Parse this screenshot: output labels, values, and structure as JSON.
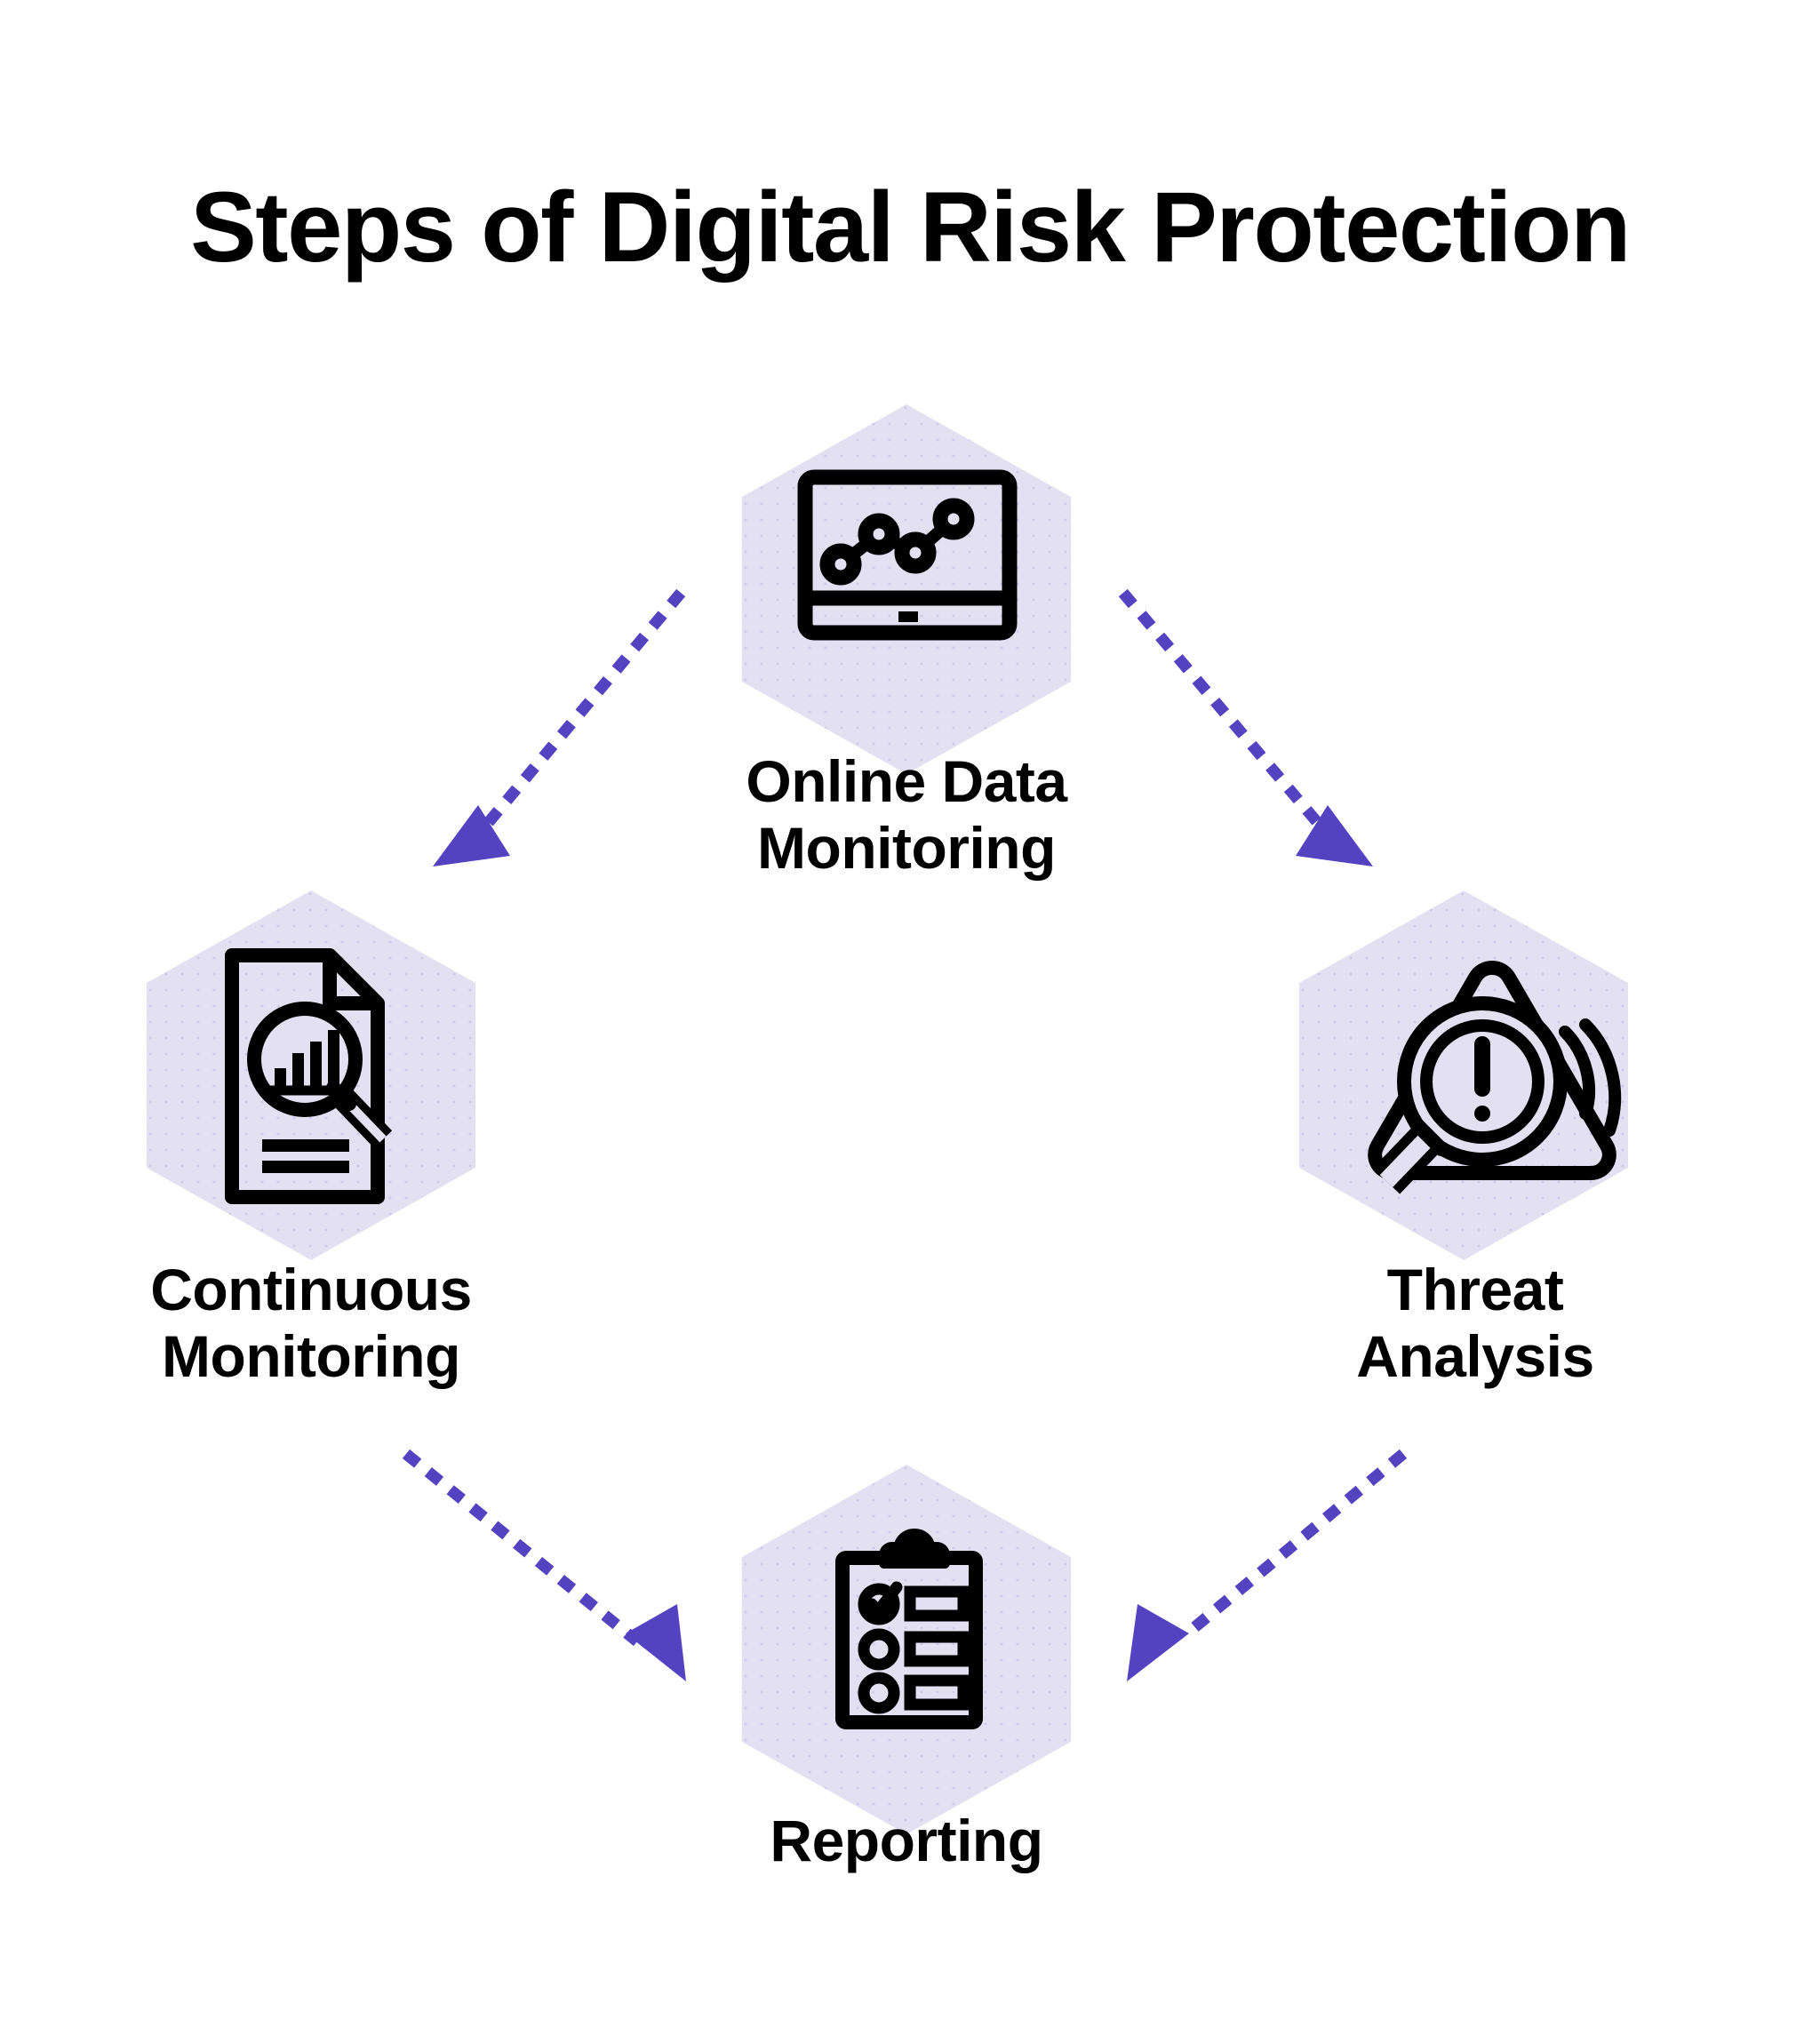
{
  "page": {
    "title": "Steps of Digital Risk Protection",
    "background_color": "#ffffff",
    "title_color": "#000000",
    "hexagon_fill": "#e3e0f2",
    "arrow_color": "#5443c0",
    "icon_color": "#000000"
  },
  "nodes": [
    {
      "id": "online-data-monitoring",
      "label": "Online Data\nMonitoring",
      "icon": "monitor-line-chart-icon",
      "position": "top"
    },
    {
      "id": "threat-analysis",
      "label": "Threat\nAnalysis",
      "icon": "warning-magnifier-alert-icon",
      "position": "right"
    },
    {
      "id": "reporting",
      "label": "Reporting",
      "icon": "clipboard-checklist-icon",
      "position": "bottom"
    },
    {
      "id": "continuous-monitoring",
      "label": "Continuous\nMonitoring",
      "icon": "document-magnifier-bar-chart-icon",
      "position": "left"
    }
  ],
  "connectors": [
    {
      "id": "online-to-threat",
      "from": "online-data-monitoring",
      "to": "threat-analysis",
      "style": "dotted",
      "arrowhead": "triangle"
    },
    {
      "id": "threat-to-reporting",
      "from": "threat-analysis",
      "to": "reporting",
      "style": "dotted",
      "arrowhead": "triangle"
    },
    {
      "id": "reporting-to-continuous",
      "from": "continuous-monitoring",
      "to": "reporting",
      "style": "dotted",
      "arrowhead": "triangle"
    },
    {
      "id": "online-to-continuous",
      "from": "online-data-monitoring",
      "to": "continuous-monitoring",
      "style": "dotted",
      "arrowhead": "triangle"
    }
  ],
  "chart_data": {
    "type": "diagram",
    "title": "Steps of Digital Risk Protection",
    "layout": "cycle",
    "steps": [
      "Online Data Monitoring",
      "Threat Analysis",
      "Reporting",
      "Continuous Monitoring"
    ]
  }
}
